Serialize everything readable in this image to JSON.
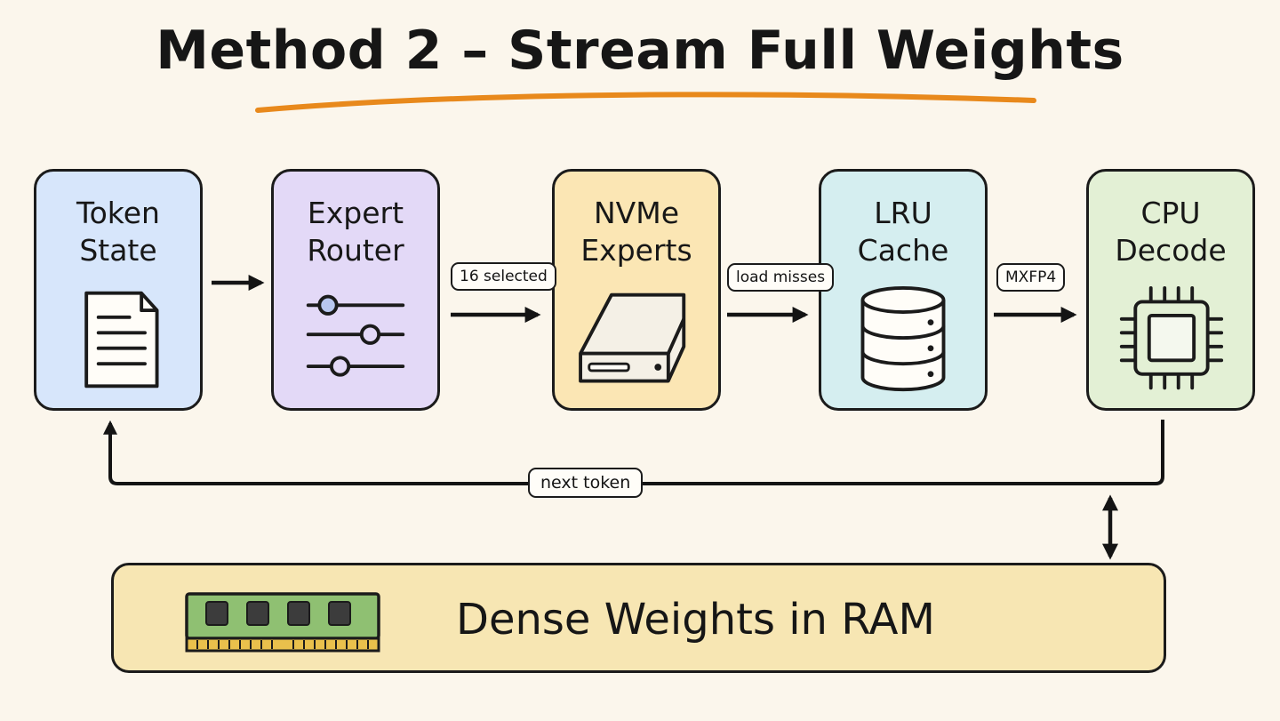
{
  "title": "Method 2 – Stream Full Weights",
  "accent_color": "#e8891c",
  "nodes": [
    {
      "line1": "Token",
      "line2": "State",
      "color": "#d7e6fb",
      "icon": "document-icon"
    },
    {
      "line1": "Expert",
      "line2": "Router",
      "color": "#e3d9f7",
      "icon": "sliders-icon"
    },
    {
      "line1": "NVMe",
      "line2": "Experts",
      "color": "#fbe6b4",
      "icon": "drive-icon"
    },
    {
      "line1": "LRU",
      "line2": "Cache",
      "color": "#d5eef0",
      "icon": "database-icon"
    },
    {
      "line1": "CPU",
      "line2": "Decode",
      "color": "#e3f0d5",
      "icon": "chip-icon"
    }
  ],
  "edge_labels": {
    "router_to_nvme": "16 selected",
    "nvme_to_cache": "load misses",
    "cache_to_cpu": "MXFP4",
    "loop_back": "next token"
  },
  "ram": {
    "label": "Dense Weights in RAM",
    "color": "#f7e6b3",
    "icon": "ram-stick-icon"
  }
}
